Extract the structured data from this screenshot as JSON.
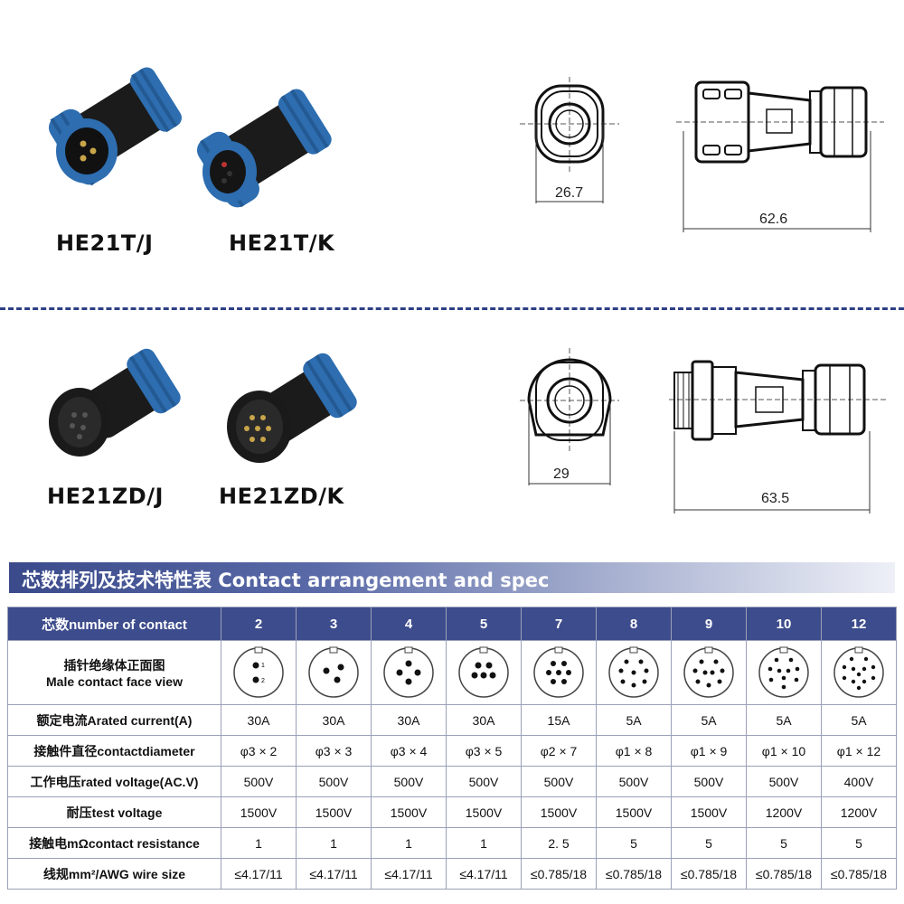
{
  "products": {
    "top_left": "HE21T/J",
    "top_right": "HE21T/K",
    "bottom_left": "HE21ZD/J",
    "bottom_right": "HE21ZD/K"
  },
  "dimensions": {
    "top_front": "26.7",
    "top_side": "62.6",
    "bottom_front": "29",
    "bottom_side": "63.5"
  },
  "colors": {
    "banner": "#3a4a8a",
    "header": "#3d4c8c",
    "dash": "#2d3f86",
    "nut_blue": "#2d6db0"
  },
  "banner_title": "芯数排列及技术特性表  Contact arrangement and spec",
  "table": {
    "header_label": "芯数number of contact",
    "contacts": [
      "2",
      "3",
      "4",
      "5",
      "7",
      "8",
      "9",
      "10",
      "12"
    ],
    "face_label_line1": "插针绝缘体正面图",
    "face_label_line2": "Male contact face view",
    "rows": [
      {
        "label": "额定电流Arated current(A)",
        "values": [
          "30A",
          "30A",
          "30A",
          "30A",
          "15A",
          "5A",
          "5A",
          "5A",
          "5A"
        ]
      },
      {
        "label": "接触件直径contactdiameter",
        "values": [
          "φ3 × 2",
          "φ3 × 3",
          "φ3 × 4",
          "φ3 × 5",
          "φ2 × 7",
          "φ1 × 8",
          "φ1 × 9",
          "φ1 × 10",
          "φ1 × 12"
        ]
      },
      {
        "label": "工作电压rated voltage(AC.V)",
        "values": [
          "500V",
          "500V",
          "500V",
          "500V",
          "500V",
          "500V",
          "500V",
          "500V",
          "400V"
        ]
      },
      {
        "label": "耐压test voltage",
        "values": [
          "1500V",
          "1500V",
          "1500V",
          "1500V",
          "1500V",
          "1500V",
          "1500V",
          "1200V",
          "1200V"
        ]
      },
      {
        "label": "接触电mΩcontact resistance",
        "values": [
          "1",
          "1",
          "1",
          "1",
          "2. 5",
          "5",
          "5",
          "5",
          "5"
        ]
      },
      {
        "label": "线规mm²/AWG wire size",
        "values": [
          "≤4.17/11",
          "≤4.17/11",
          "≤4.17/11",
          "≤4.17/11",
          "≤0.785/18",
          "≤0.785/18",
          "≤0.785/18",
          "≤0.785/18",
          "≤0.785/18"
        ]
      }
    ]
  }
}
